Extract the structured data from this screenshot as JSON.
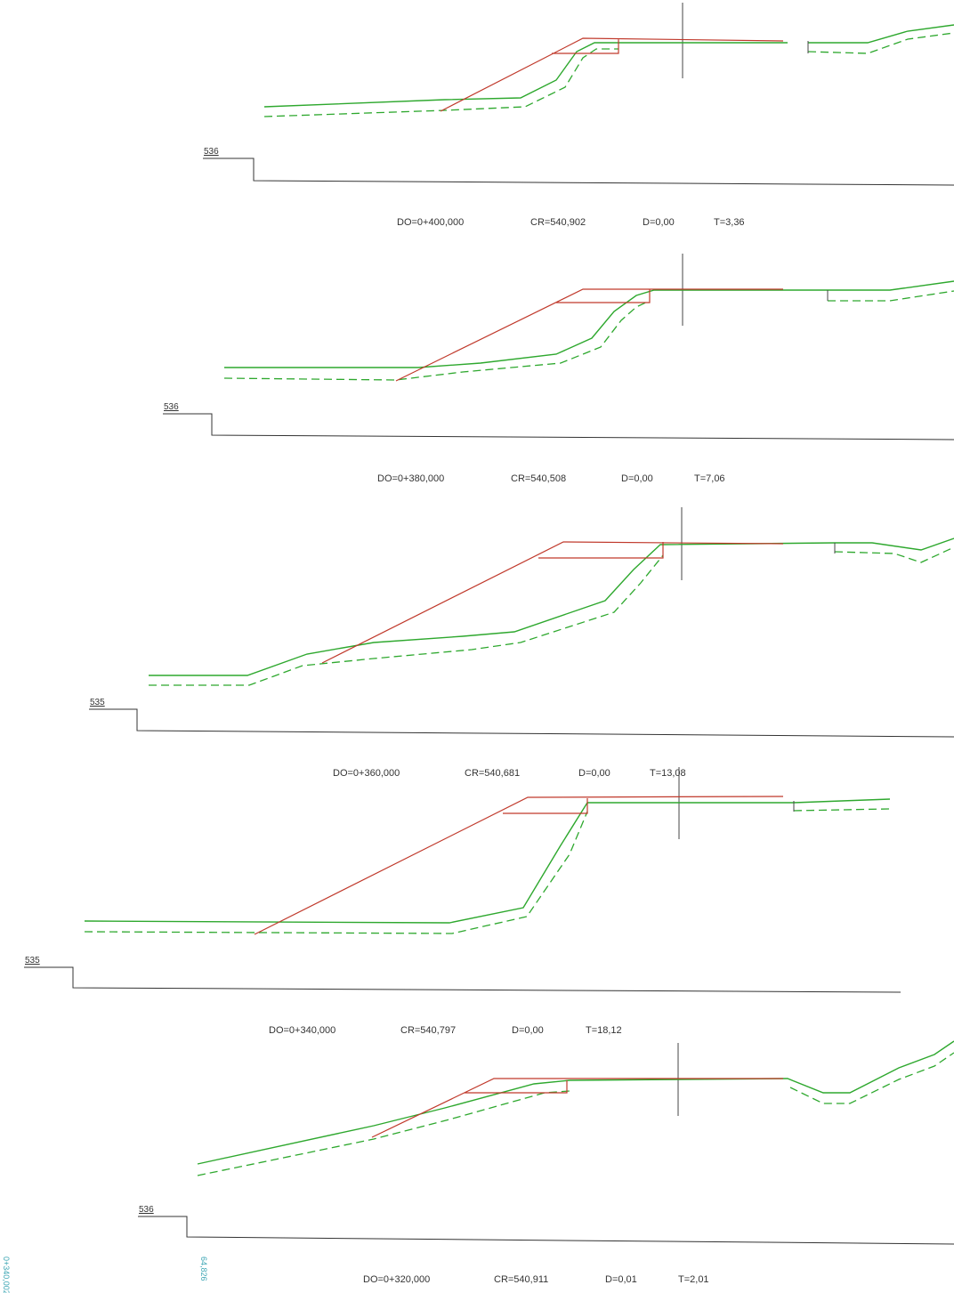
{
  "sections": [
    {
      "id": "s1",
      "ref_level": "536",
      "station": "DO=0+400,000",
      "cr": "CR=540,902",
      "d": "D=0,00",
      "t": "T=3,36"
    },
    {
      "id": "s2",
      "ref_level": "536",
      "station": "DO=0+380,000",
      "cr": "CR=540,508",
      "d": "D=0,00",
      "t": "T=7,06"
    },
    {
      "id": "s3",
      "ref_level": "535",
      "station": "DO=0+360,000",
      "cr": "CR=540,681",
      "d": "D=0,00",
      "t": "T=13,08"
    },
    {
      "id": "s4",
      "ref_level": "535",
      "station": "DO=0+340,000",
      "cr": "CR=540,797",
      "d": "D=0,00",
      "t": "T=18,12"
    },
    {
      "id": "s5",
      "ref_level": "536",
      "station": "DO=0+320,000",
      "cr": "CR=540,911",
      "d": "D=0,01",
      "t": "T=2,01"
    }
  ],
  "margin_notes": {
    "left": "0+340,002",
    "right": "64,826"
  },
  "colors": {
    "terrain": "#2ea82e",
    "design": "#c0392b",
    "margin_text": "#3fa7b5"
  }
}
